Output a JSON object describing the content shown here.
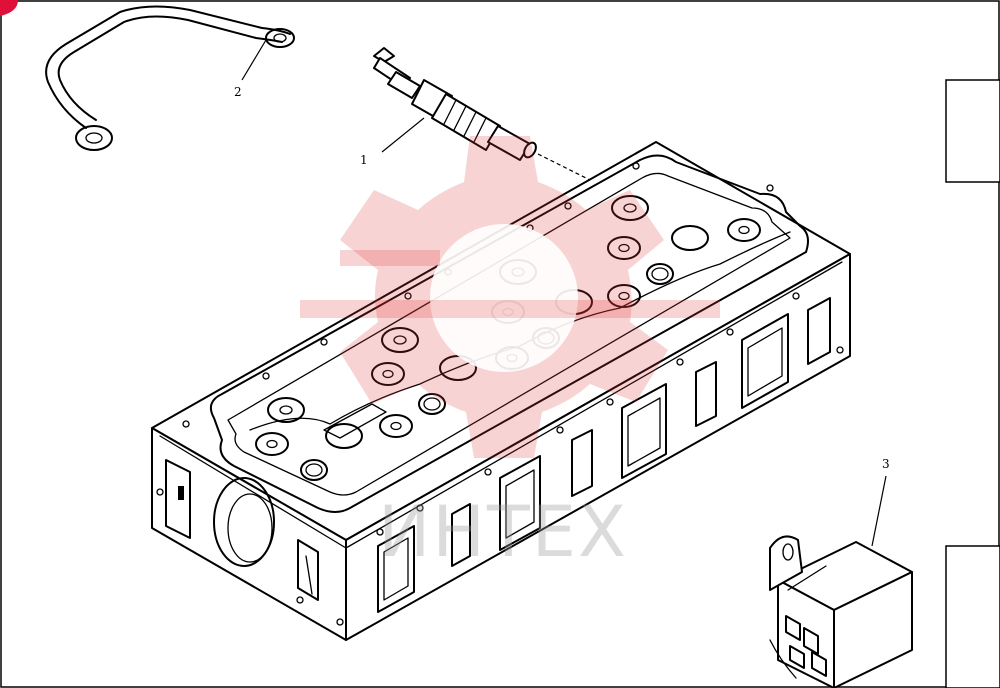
{
  "diagram": {
    "callouts": [
      {
        "id": "1",
        "label": "1",
        "part": "glow-plug"
      },
      {
        "id": "2",
        "label": "2",
        "part": "connecting-wire"
      },
      {
        "id": "3",
        "label": "3",
        "part": "relay"
      }
    ],
    "watermark": {
      "text": "ИНТЕХ",
      "color": "#e03535"
    },
    "colors": {
      "line": "#000000",
      "background": "#ffffff",
      "corner_badge": "#e0103a"
    }
  }
}
